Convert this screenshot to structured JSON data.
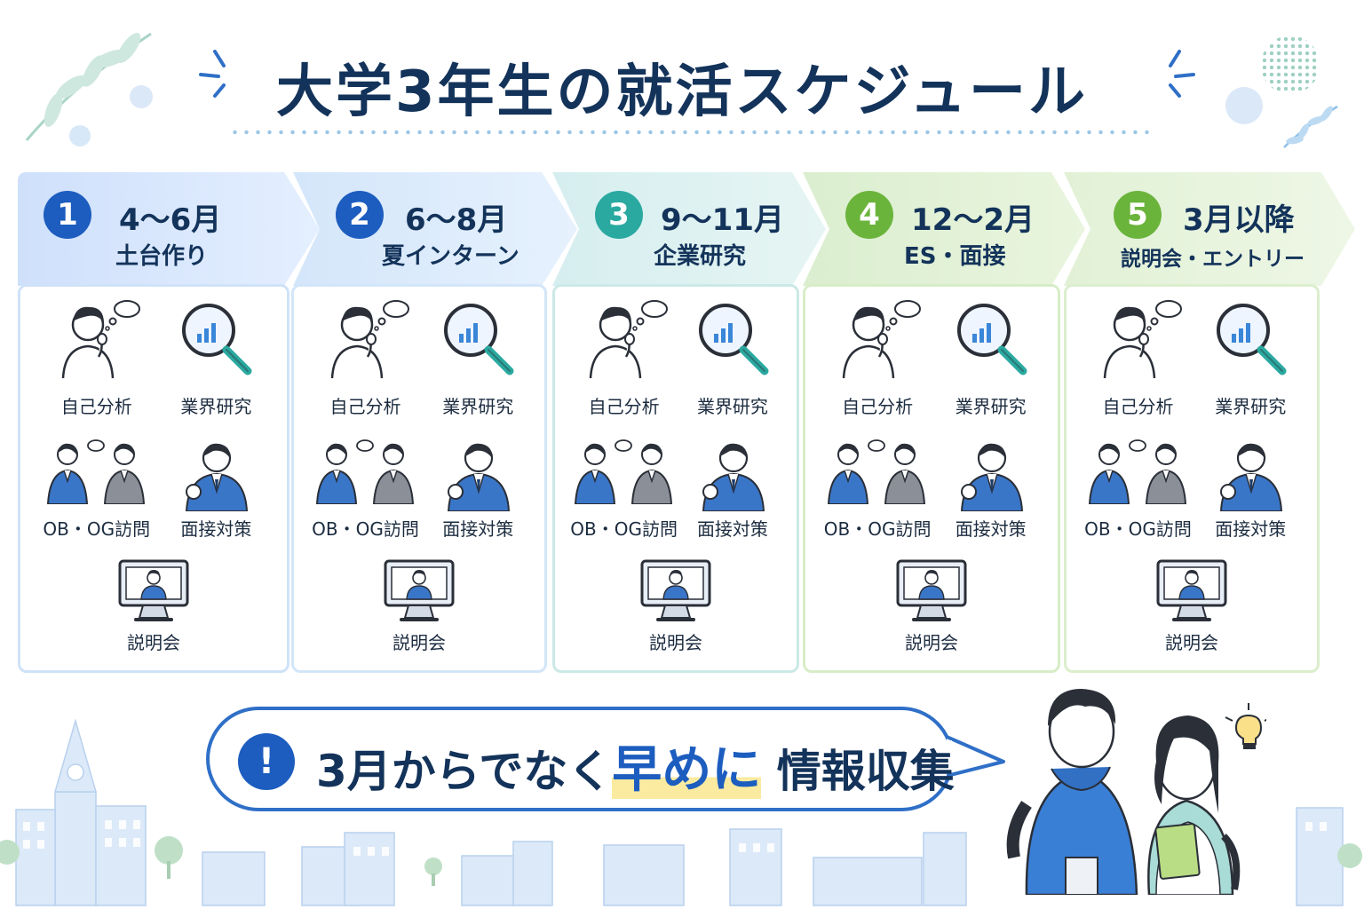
{
  "title": "大学3年生の就活スケジュール",
  "colors": {
    "navy": "#13335a",
    "blue": "#1c5dbf",
    "teal": "#2aa9a0",
    "green": "#6bb43c"
  },
  "steps": [
    {
      "num": "1",
      "period": "4〜6月",
      "label": "土台作り"
    },
    {
      "num": "2",
      "period": "6〜8月",
      "label": "夏インターン"
    },
    {
      "num": "3",
      "period": "9〜11月",
      "label": "企業研究"
    },
    {
      "num": "4",
      "period": "12〜2月",
      "label": "ES・面接"
    },
    {
      "num": "5",
      "period": "3月以降",
      "label": "説明会・エントリー"
    }
  ],
  "activities": {
    "self_analysis": "自己分析",
    "industry_research": "業界研究",
    "ob_og_visit": "OB・OG訪問",
    "interview_prep": "面接対策",
    "info_session": "説明会"
  },
  "callout": {
    "mark": "!",
    "pre": "3月からでなく",
    "highlight": "早めに",
    "post": "情報収集"
  },
  "icons": [
    "thinking-person-icon",
    "magnifier-chart-icon",
    "conversation-icon",
    "businessperson-icon",
    "monitor-presenter-icon",
    "lightbulb-icon",
    "leaf-icon"
  ]
}
